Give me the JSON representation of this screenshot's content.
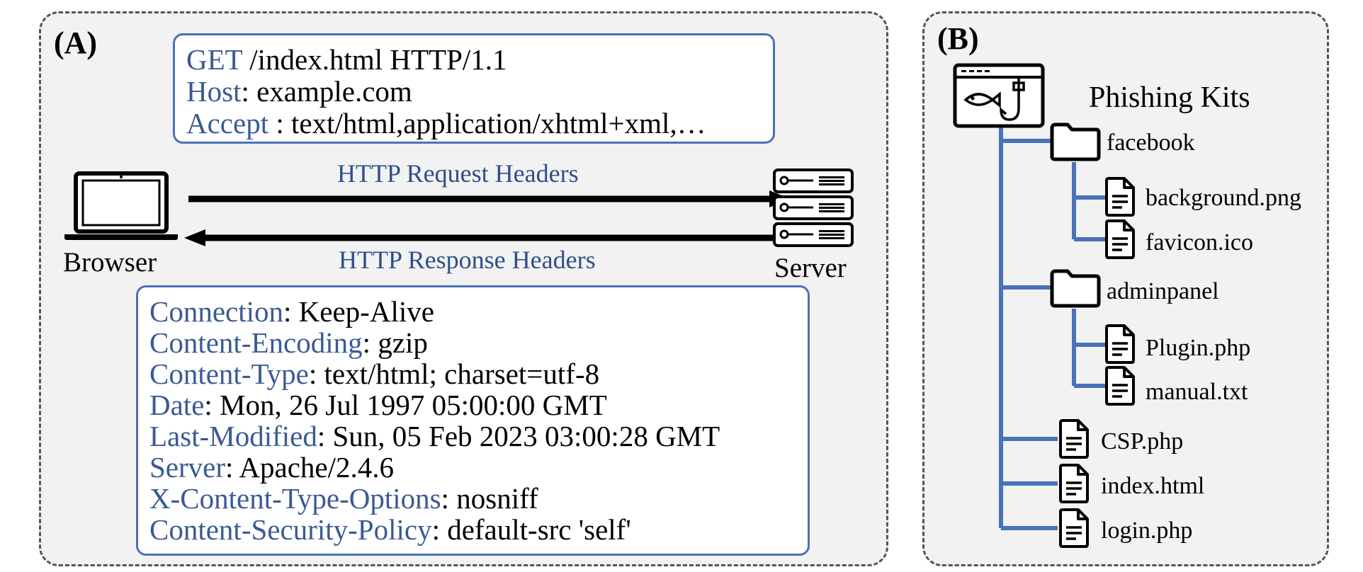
{
  "panel_a": {
    "label": "(A)",
    "request": {
      "lines": [
        {
          "key": "GET",
          "value": " /index.html HTTP/1.1"
        },
        {
          "key": "Host",
          "value": ": example.com"
        },
        {
          "key": "Accept",
          "value": " : text/html,application/xhtml+xml,…"
        }
      ]
    },
    "request_arrow_label": "HTTP Request Headers",
    "response_arrow_label": "HTTP Response Headers",
    "browser_label": "Browser",
    "server_label": "Server",
    "response": {
      "lines": [
        {
          "key": "Connection",
          "value": ": Keep-Alive"
        },
        {
          "key": "Content-Encoding",
          "value": ": gzip"
        },
        {
          "key": "Content-Type",
          "value": ": text/html; charset=utf-8"
        },
        {
          "key": "Date",
          "value": ": Mon, 26 Jul 1997 05:00:00 GMT"
        },
        {
          "key": "Last-Modified",
          "value": ": Sun, 05 Feb 2023 03:00:28 GMT"
        },
        {
          "key": "Server",
          "value": ": Apache/2.4.6"
        },
        {
          "key": "X-Content-Type-Options",
          "value": ": nosniff"
        },
        {
          "key": "Content-Security-Policy",
          "value": ": default-src 'self'"
        }
      ]
    }
  },
  "panel_b": {
    "label": "(B)",
    "title": "Phishing Kits",
    "tree": {
      "folder_facebook": "facebook",
      "file_background": "background.png",
      "file_favicon": "favicon.ico",
      "folder_adminpanel": "adminpanel",
      "file_plugin": "Plugin.php",
      "file_manual": "manual.txt",
      "file_csp": "CSP.php",
      "file_index": "index.html",
      "file_login": "login.php"
    }
  },
  "colors": {
    "accent_blue": "#4a72b8",
    "key_text": "#3b5a94",
    "panel_bg": "#f2f2f2"
  }
}
